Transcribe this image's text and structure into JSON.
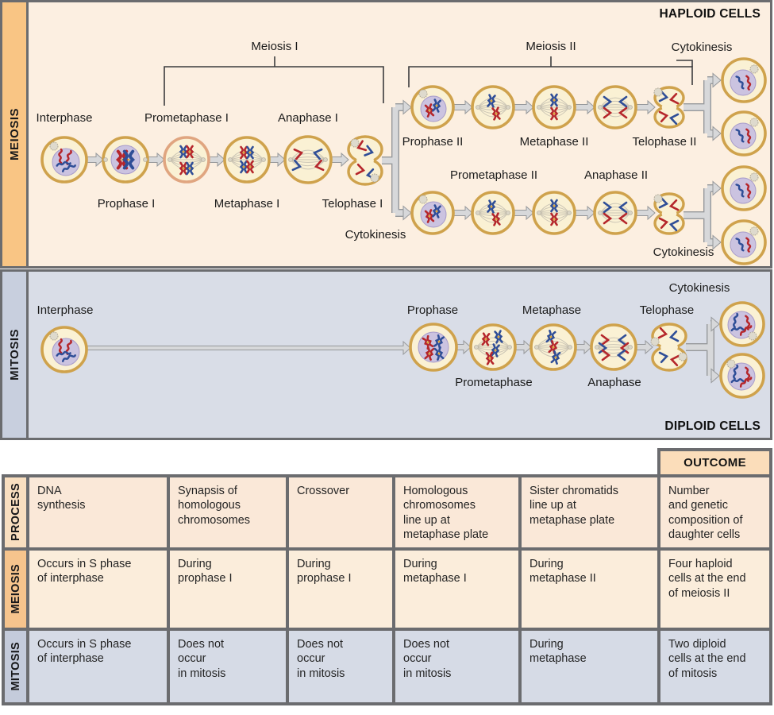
{
  "figure": {
    "meiosis": {
      "side_label": "MEIOSIS",
      "corner_label": "HAPLOID CELLS",
      "group_labels": {
        "meiosis1": "Meiosis I",
        "meiosis2": "Meiosis II"
      },
      "stages": {
        "interphase": "Interphase",
        "prophase1": "Prophase I",
        "prometaphase1": "Prometaphase I",
        "metaphase1": "Metaphase I",
        "anaphase1": "Anaphase I",
        "telophase1": "Telophase I",
        "cytokinesis1": "Cytokinesis",
        "prophase2": "Prophase II",
        "prometaphase2": "Prometaphase II",
        "metaphase2": "Metaphase II",
        "anaphase2": "Anaphase II",
        "telophase2": "Telophase II",
        "cytokinesis2_top": "Cytokinesis",
        "cytokinesis2_bottom": "Cytokinesis"
      }
    },
    "mitosis": {
      "side_label": "MITOSIS",
      "corner_label": "DIPLOID CELLS",
      "stages": {
        "interphase": "Interphase",
        "prophase": "Prophase",
        "prometaphase": "Prometaphase",
        "metaphase": "Metaphase",
        "anaphase": "Anaphase",
        "telophase": "Telophase",
        "cytokinesis": "Cytokinesis"
      }
    }
  },
  "table": {
    "outcome_header": "OUTCOME",
    "row_headers": [
      "PROCESS",
      "MEIOSIS",
      "MITOSIS"
    ],
    "rows": [
      [
        "DNA\nsynthesis",
        "Synapsis of\nhomologous\nchromosomes",
        "Crossover",
        "Homologous\nchromosomes\nline up at\nmetaphase plate",
        "Sister chromatids\nline up at\nmetaphase plate",
        "Number\nand genetic\ncomposition of\ndaughter cells"
      ],
      [
        "Occurs in S phase\nof interphase",
        "During\nprophase I",
        "During\nprophase I",
        "During\nmetaphase I",
        "During\nmetaphase II",
        "Four haploid\ncells at the end\nof meiosis II"
      ],
      [
        "Occurs in S phase\nof interphase",
        "Does not\noccur\nin mitosis",
        "Does not\noccur\nin mitosis",
        "Does not\noccur\nin mitosis",
        "During\nmetaphase",
        "Two diploid\ncells at the end\nof mitosis"
      ]
    ]
  },
  "colors": {
    "meiosis_sidebar": "#f9c584",
    "mitosis_sidebar": "#c8cfde",
    "meiosis_panel_bg": "#fcefe1",
    "mitosis_panel_bg": "#d9dde7",
    "border_gray": "#6b6c6f",
    "cell_ring": "#cfa24c",
    "cell_fill": "#faf1d4",
    "nucleus": "#cbc3e0",
    "nucleus_stroke": "#a79bca",
    "chromosome_red": "#b5262b",
    "chromosome_blue": "#2f4e97",
    "centromere_yellow": "#e0a93c",
    "spindle": "#cbc5b5",
    "arrow_fill": "#d7d8da",
    "arrow_stroke": "#96989b",
    "bracket_line": "#3b3b3d",
    "outcome_bg": "#fbddba"
  }
}
